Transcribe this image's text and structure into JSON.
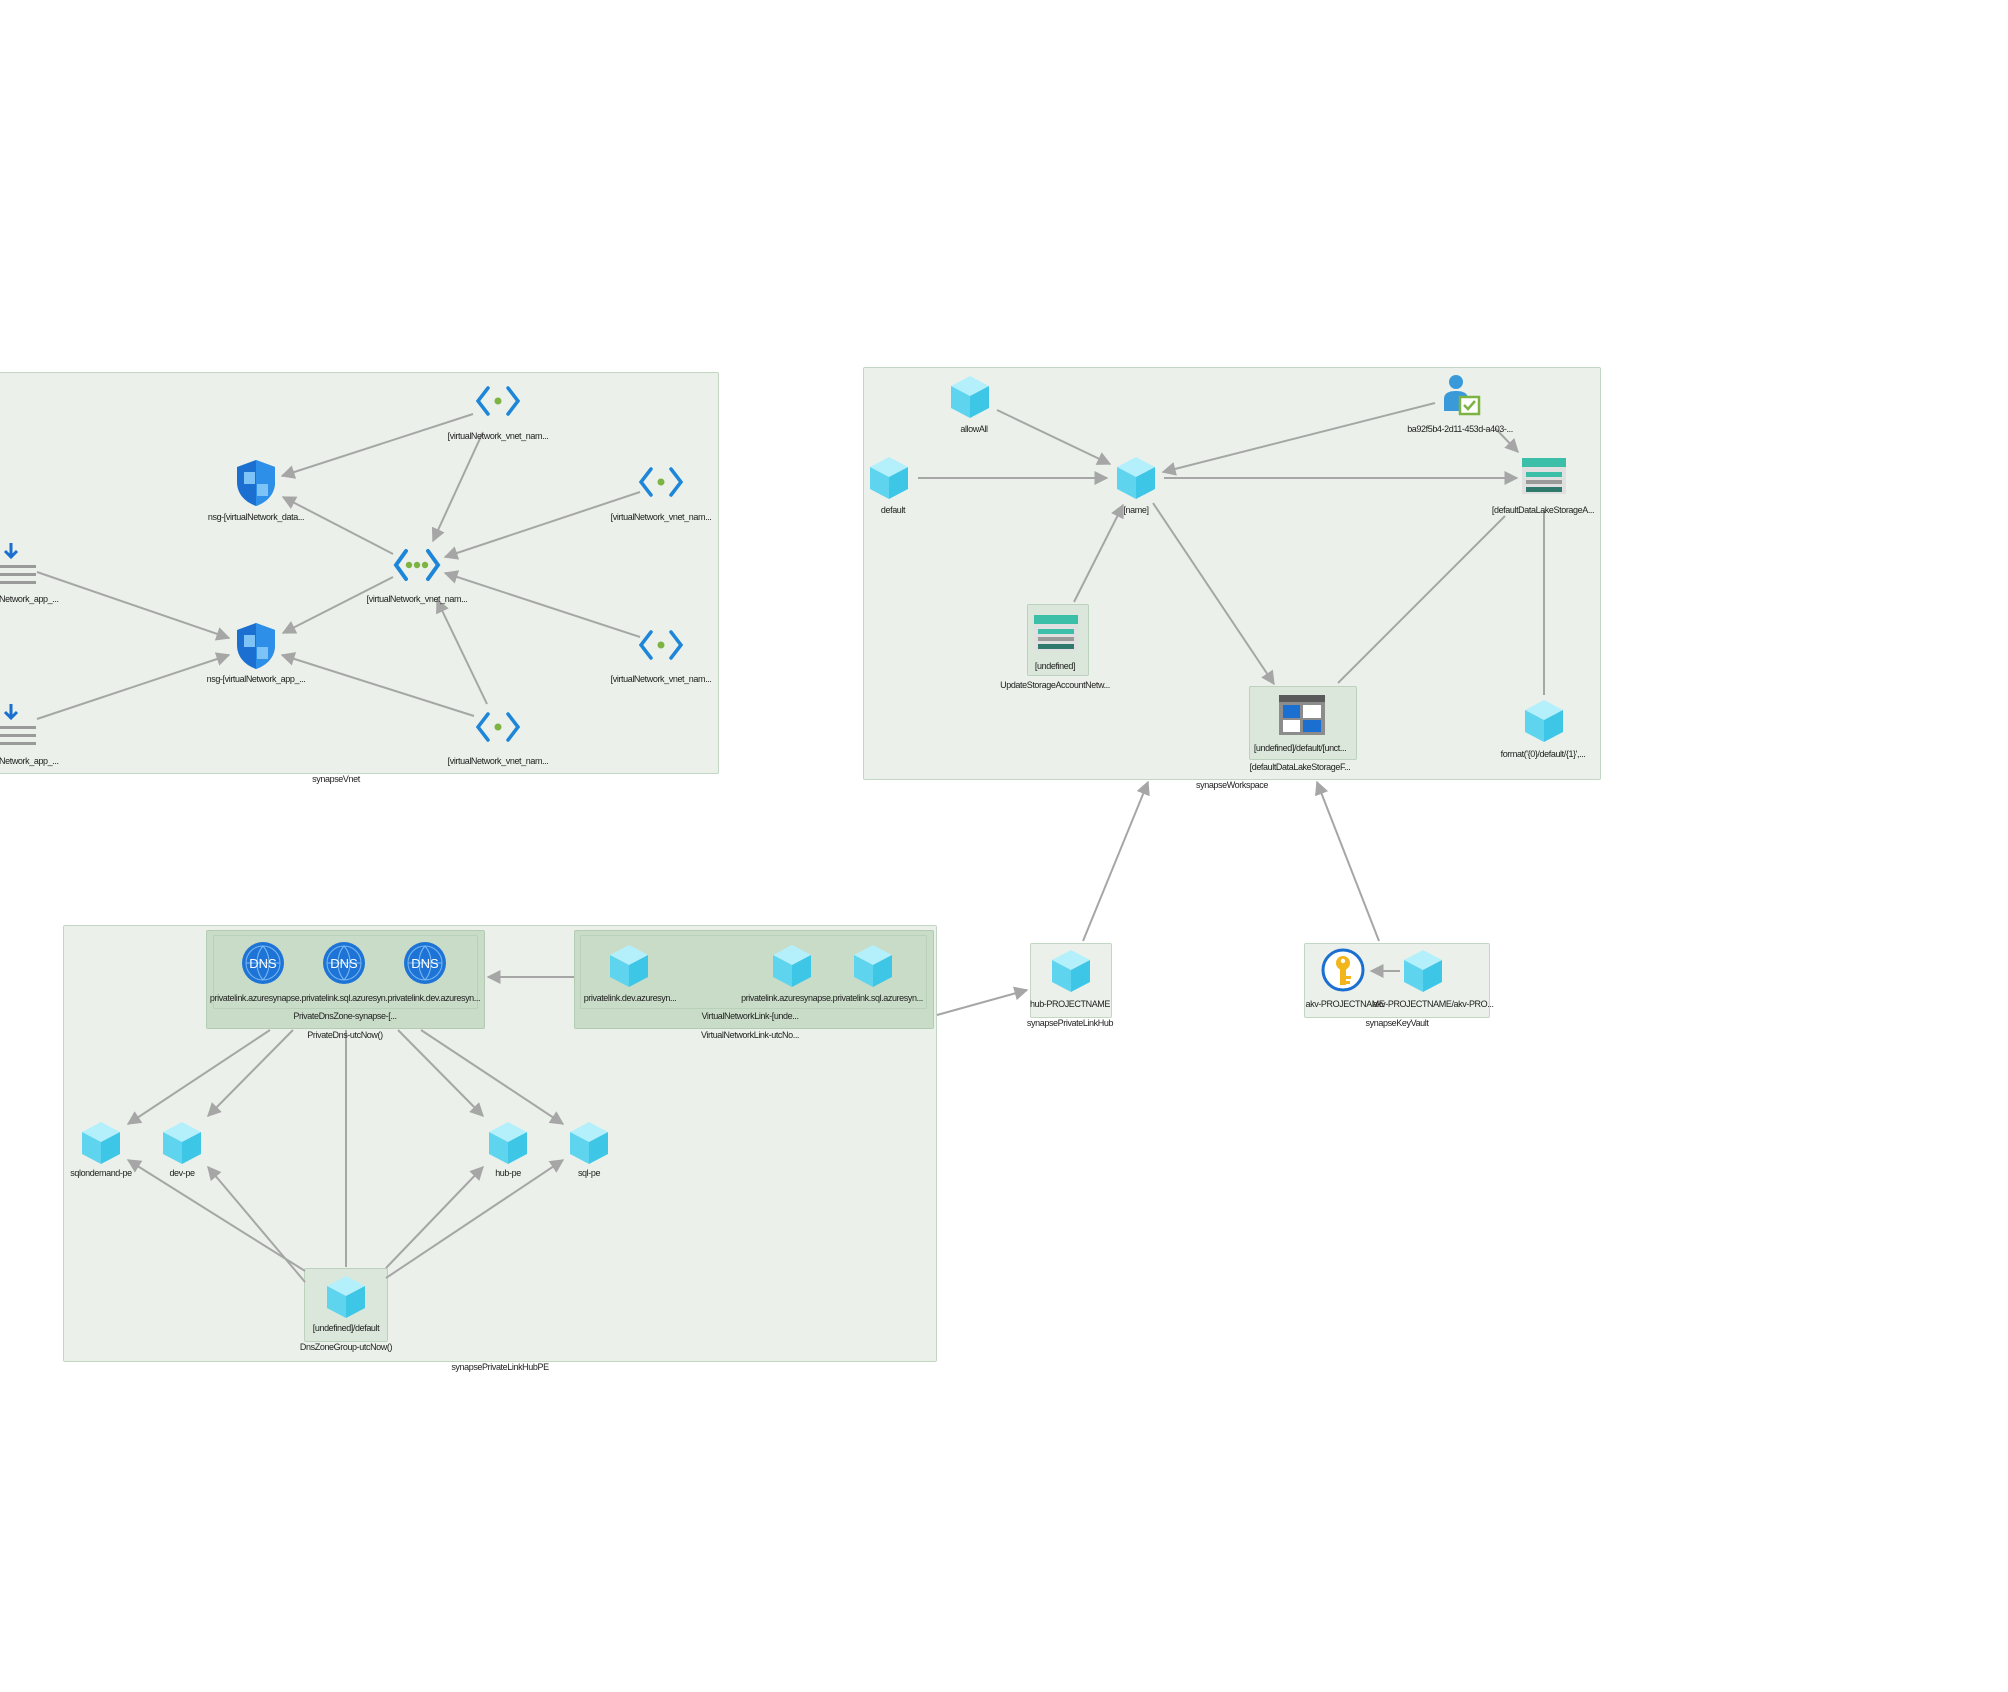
{
  "groups": {
    "synapse_vnet": "synapseVnet",
    "synapse_workspace": "synapseWorkspace",
    "private_link_hub_pe": "synapsePrivateLinkHubPE",
    "private_link_hub": "synapsePrivateLinkHub",
    "key_vault": "synapseKeyVault",
    "private_dns": "PrivateDns-utcNow()",
    "private_dns_zone": "PrivateDnsZone-synapse-[...",
    "vnet_link": "VirtualNetworkLink-utcNo...",
    "vnet_link_inner": "VirtualNetworkLink-[unde...",
    "update_storage": "UpdateStorageAccountNetw...",
    "dns_zone_group": "DnsZoneGroup-utcNow()"
  },
  "nodes": {
    "vnet_top": "[virtualNetwork_vnet_nam...",
    "vnet_right1": "[virtualNetwork_vnet_nam...",
    "vnet_center": "[virtualNetwork_vnet_nam...",
    "vnet_right2": "[virtualNetwork_vnet_nam...",
    "vnet_bottom": "[virtualNetwork_vnet_nam...",
    "nsg_data": "nsg-[virtualNetwork_data...",
    "nsg_app": "nsg-[virtualNetwork_app_...",
    "lb_top": "lNetwork_app_...",
    "lb_bottom": "lNetwork_app_...",
    "allow_all": "allowAll",
    "default": "default",
    "name": "[name]",
    "role_assignment": "ba92f5b4-2d11-453d-a403-...",
    "default_datalake": "[defaultDataLakeStorageA...",
    "undefined_storage": "[undefined]",
    "workspace_storage": "[undefined]/default/[unct...",
    "workspace_storage_sub": "[defaultDataLakeStorageF...",
    "format_default": "format('{0}/default/{1}',...",
    "dns1": "privatelink.azuresynapse.privatelink.sql.azuresyn.privatelink.dev.azuresyn...",
    "vnl_dev": "privatelink.dev.azuresyn...",
    "vnl_synapse": "privatelink.azuresynapse.privatelink.sql.azuresyn...",
    "hub": "hub-PROJECTNAME",
    "akv": "akv-PROJECTNAME",
    "akv_secret": "akv-PROJECTNAME/akv-PRO...",
    "sqlondemand_pe": "sqlondemand-pe",
    "dev_pe": "dev-pe",
    "hub_pe": "hub-pe",
    "sql_pe": "sql-pe",
    "dns_zone_group_node": "[undefined]/default"
  },
  "icon_text": {
    "dns": "DNS"
  },
  "colors": {
    "group_fill": "#ebf1ea",
    "group_border": "#c3d6c3",
    "sub_fill": "#c9dcc8",
    "edge": "#a6a6a6",
    "cube_light": "#83e3f5",
    "cube_dark": "#3ec6e6",
    "dns_blue": "#1e74d6",
    "storage_teal": "#3cbfa9",
    "shield_blue": "#1a78d6",
    "key_gold": "#f2b51c"
  }
}
